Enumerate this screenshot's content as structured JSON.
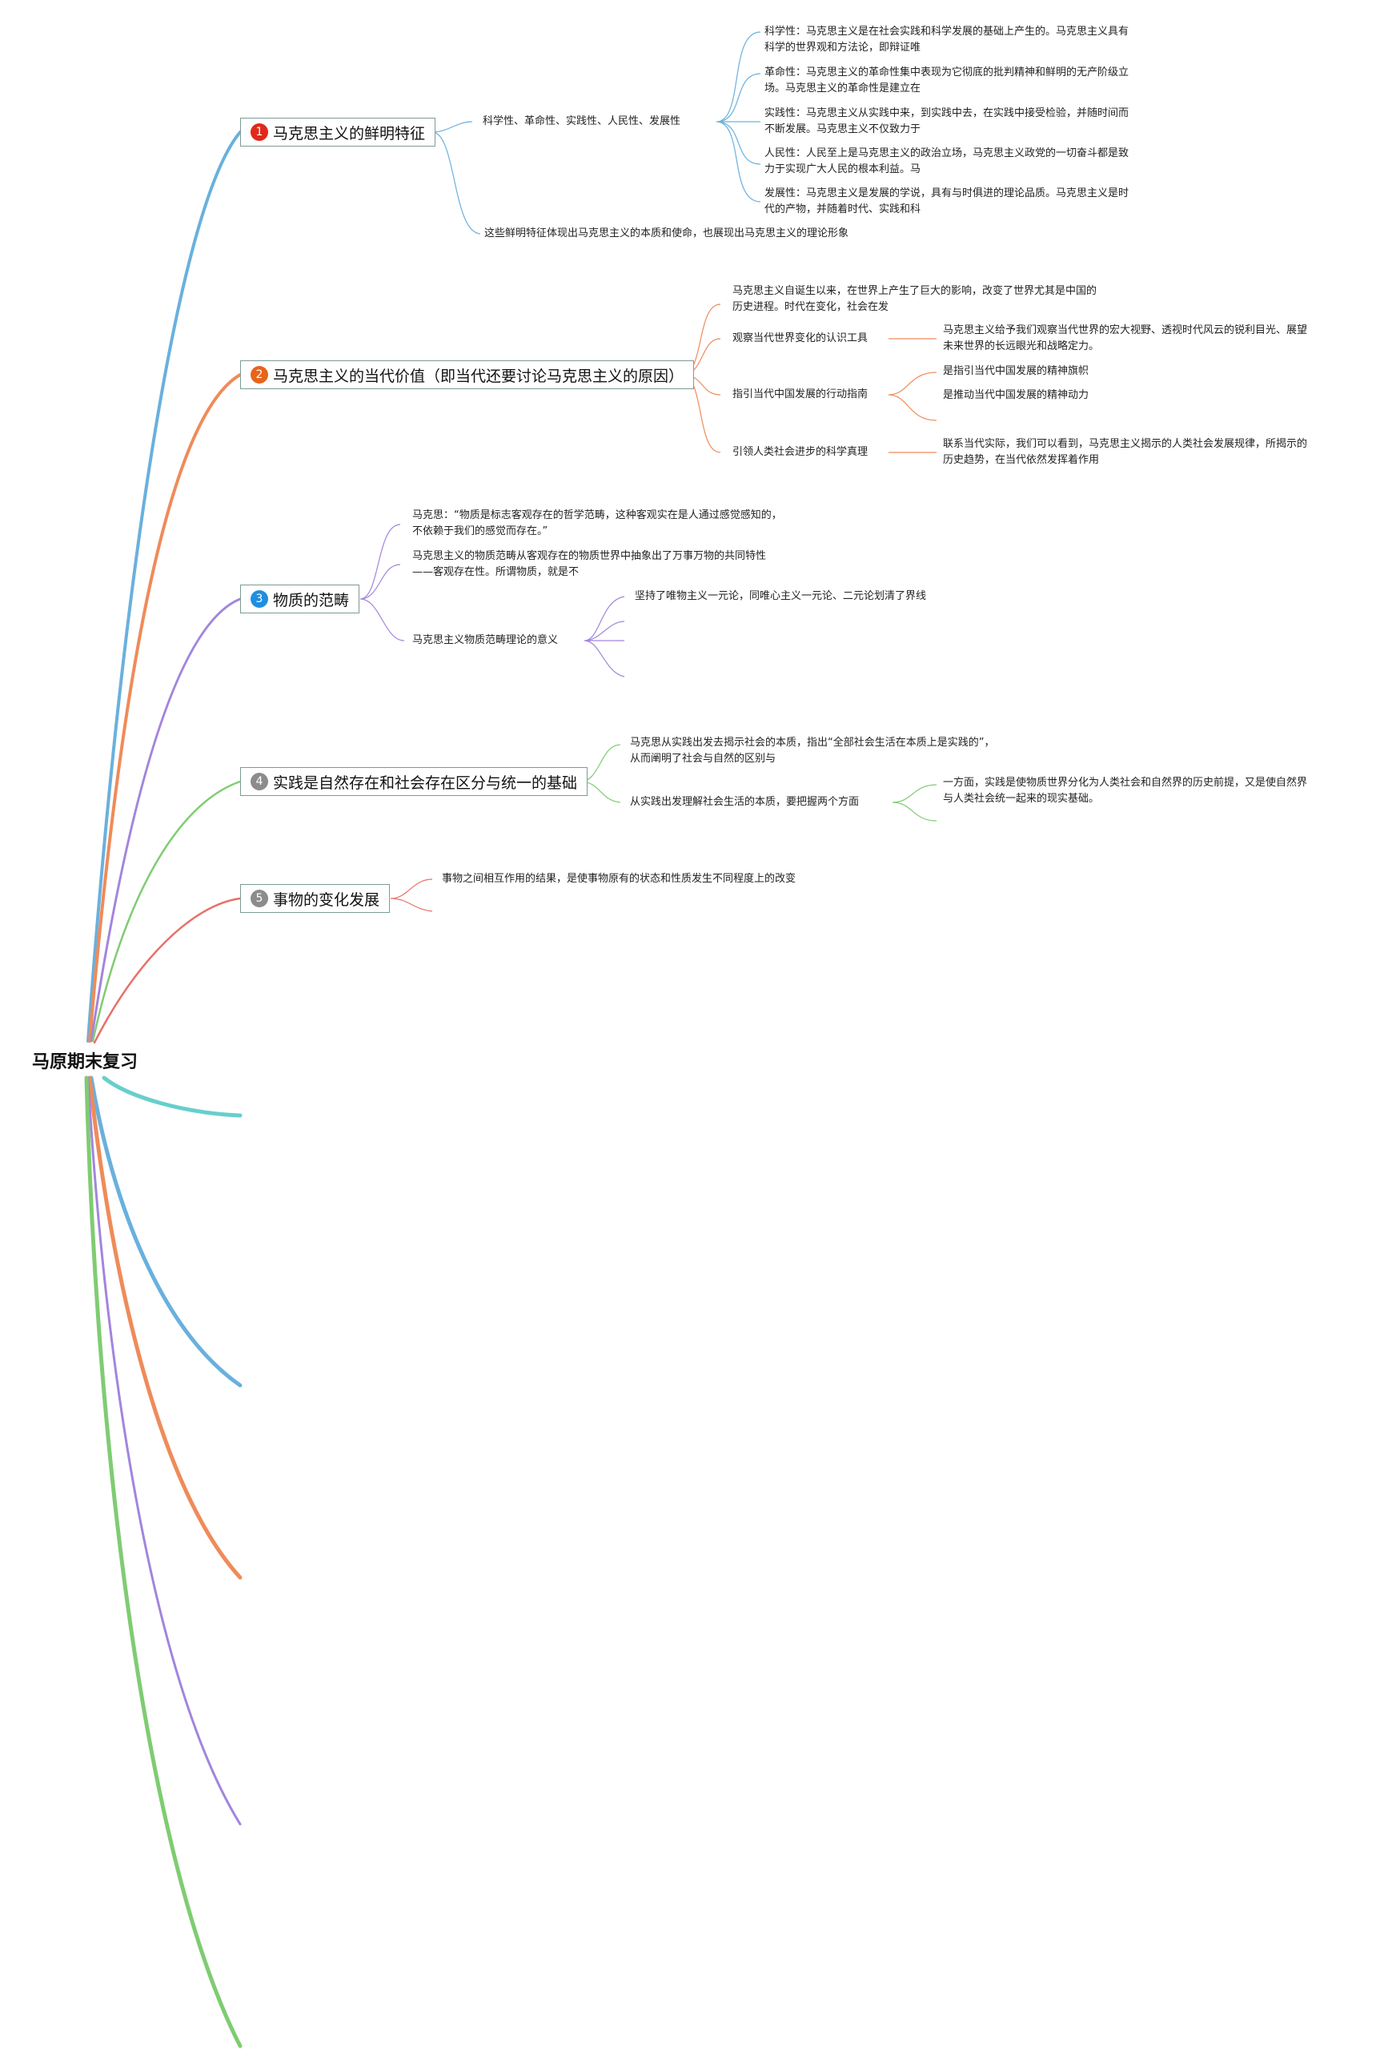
{
  "root": {
    "title": "马原期末复习"
  },
  "colors": {
    "t1": "#6ab0dd",
    "t2": "#ef8b5a",
    "t3": "#a285dd",
    "t4": "#7fcc72",
    "t5": "#e8706a",
    "t6": "#67cfcc",
    "t7": "#6ab0dd",
    "t8": "#ef8b5a",
    "t9": "#a285dd",
    "t10": "#7fcc72",
    "badge1": "#e02a1a",
    "badge2": "#e8641a",
    "badge3": "#1f8ee0",
    "badge4": "#8c8c8c",
    "badge5": "#8c8c8c"
  },
  "topics": [
    {
      "num": "1",
      "title": "马克思主义的鲜明特征",
      "sub_a": "科学性、革命性、实践性、人民性、发展性",
      "details": [
        [
          "科学性：马克思主义是在社会实践和科学发展的基础上产生的。马克思主义具有",
          "科学的世界观和方法论，即辩证唯"
        ],
        [
          "革命性：马克思主义的革命性集中表现为它彻底的批判精神和鲜明的无产阶级立",
          "场。马克思主义的革命性是建立在"
        ],
        [
          "实践性：马克思主义从实践中来，到实践中去，在实践中接受检验，并随时间而",
          "不断发展。马克思主义不仅致力于"
        ],
        [
          "人民性：人民至上是马克思主义的政治立场，马克思主义政党的一切奋斗都是致",
          "力于实现广大人民的根本利益。马"
        ],
        [
          "发展性：马克思主义是发展的学说，具有与时俱进的理论品质。马克思主义是时",
          "代的产物，并随着时代、实践和科"
        ]
      ],
      "sub_b": "这些鲜明特征体现出马克思主义的本质和使命，也展现出马克思主义的理论形象"
    },
    {
      "num": "2",
      "title": "马克思主义的当代价值（即当代还要讨论马克思主义的原因）",
      "intro": [
        "马克思主义自诞生以来，在世界上产生了巨大的影响，改变了世界尤其是中国的",
        "历史进程。时代在变化，社会在发"
      ],
      "sub_a": "观察当代世界变化的认识工具",
      "sub_a_detail": [
        "马克思主义给予我们观察当代世界的宏大视野、透视时代风云的锐利目光、展望",
        "未来世界的长远眼光和战略定力。"
      ],
      "sub_b": "指引当代中国发展的行动指南",
      "sub_b_items": [
        "是指引当代中国发展的精神旗帜",
        "是推动当代中国发展的精神动力"
      ],
      "sub_c": "引领人类社会进步的科学真理",
      "sub_c_detail": [
        "联系当代实际，我们可以看到，马克思主义揭示的人类社会发展规律，所揭示的",
        "历史趋势，在当代依然发挥着作用"
      ]
    },
    {
      "num": "3",
      "title": "物质的范畴",
      "quote": [
        "马克思：“物质是标志客观存在的哲学范畴，这种客观实在是人通过感觉感知的，",
        "不依赖于我们的感觉而存在。”"
      ],
      "abstract": [
        "马克思主义的物质范畴从客观存在的物质世界中抽象出了万事万物的共同特性",
        "——客观存在性。所谓物质，就是不"
      ],
      "significance": "马克思主义物质范畴理论的意义",
      "sig_item": "坚持了唯物主义一元论，同唯心主义一元论、二元论划清了界线"
    },
    {
      "num": "4",
      "title": "实践是自然存在和社会存在区分与统一的基础",
      "item_a": [
        "马克思从实践出发去揭示社会的本质，指出“全部社会生活在本质上是实践的”，",
        "从而阐明了社会与自然的区别与"
      ],
      "item_b": "从实践出发理解社会生活的本质，要把握两个方面",
      "item_b_detail": [
        "一方面，实践是使物质世界分化为人类社会和自然界的历史前提，又是使自然界",
        "与人类社会统一起来的现实基础。"
      ]
    },
    {
      "num": "5",
      "title": "事物的变化发展",
      "item": "事物之间相互作用的结果，是使事物原有的状态和性质发生不同程度上的改变"
    }
  ]
}
